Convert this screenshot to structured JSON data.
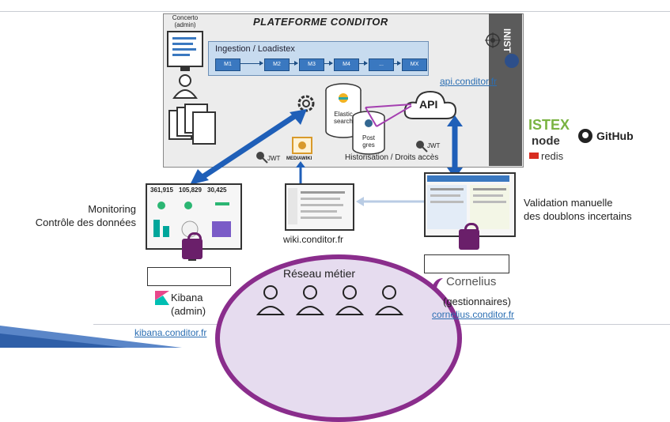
{
  "platform": {
    "title": "PLATEFORME CONDITOR",
    "side_label": "INIST",
    "ingestion_label": "Ingestion / Loadistex",
    "modules": [
      "M1",
      "M2",
      "M3",
      "M4",
      "...",
      "MX"
    ],
    "elastic_label": "Elastic search",
    "postgres_label": "Post gres",
    "api_label": "API",
    "api_url": "api.conditor.fr",
    "histo_label": "Historisation / Droits accès",
    "concerto_label": "Concerto (admin)",
    "jwt_label": "JWT"
  },
  "left": {
    "monitoring_line1": "Monitoring",
    "monitoring_line2": "Contrôle des données",
    "stats": [
      "361,915",
      "105,829",
      "30,425"
    ],
    "kibana_name": "Kibana",
    "kibana_role": "(admin)",
    "kibana_url": "kibana.conditor.fr"
  },
  "center": {
    "mediawiki_label": "MEDIAWIKI",
    "wiki_url": "wiki.conditor.fr",
    "reseau_label": "Réseau métier"
  },
  "right": {
    "validation_line1": "Validation manuelle",
    "validation_line2": "des doublons incertains",
    "cornelius_name": "Cornelius",
    "cornelius_role": "(gestionnaires)",
    "cornelius_url": "cornelius.conditor.fr"
  },
  "logos": {
    "istex": "ISTEX",
    "node": "node",
    "redis": "redis",
    "github": "GitHub"
  },
  "colors": {
    "arrow_blue": "#1f5fb8",
    "purple": "#8a2d8c",
    "istex_green": "#7ab342"
  }
}
